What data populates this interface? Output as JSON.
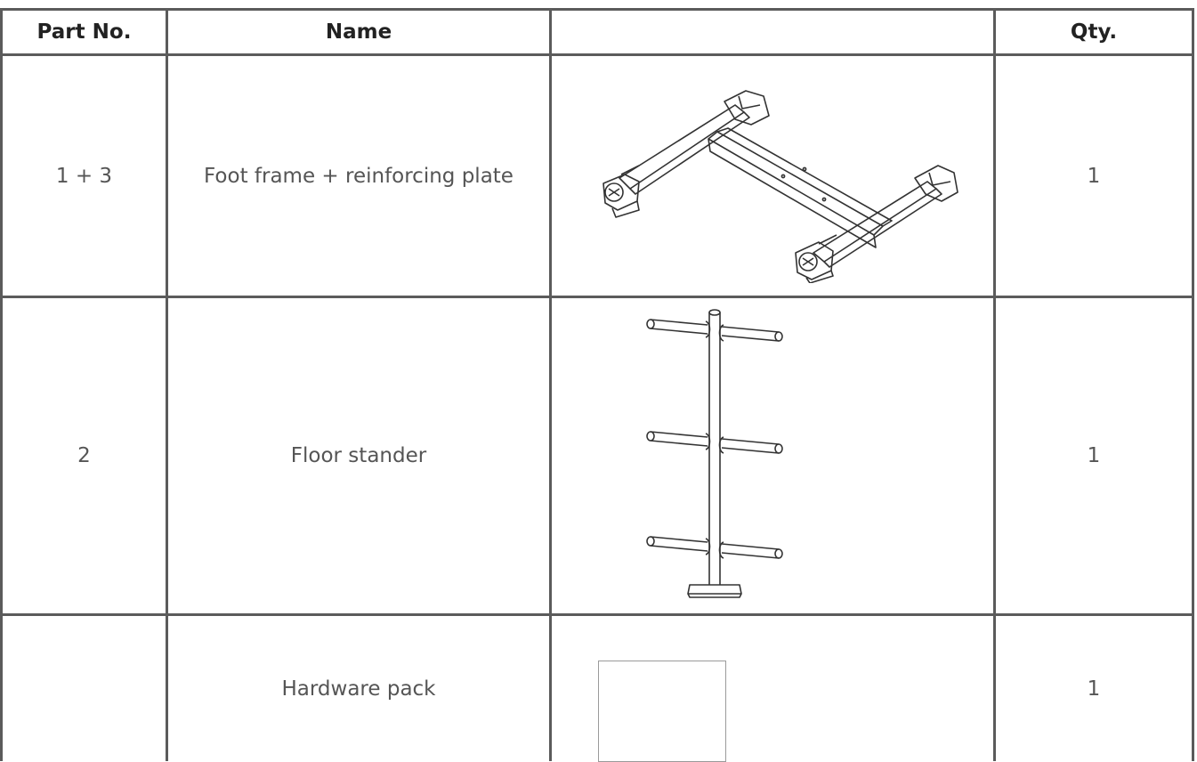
{
  "table": {
    "headers": {
      "part_no": "Part No.",
      "name": "Name",
      "image": "",
      "qty": "Qty."
    },
    "rows": [
      {
        "part_no": "1 + 3",
        "name": "Foot frame + reinforcing plate",
        "image_icon": "foot-frame-drawing-icon",
        "qty": "1"
      },
      {
        "part_no": "2",
        "name": "Floor stander",
        "image_icon": "floor-stander-drawing-icon",
        "qty": "1"
      },
      {
        "part_no": "",
        "name": "Hardware pack",
        "image_icon": "hardware-pack-box-icon",
        "qty": "1"
      }
    ]
  }
}
